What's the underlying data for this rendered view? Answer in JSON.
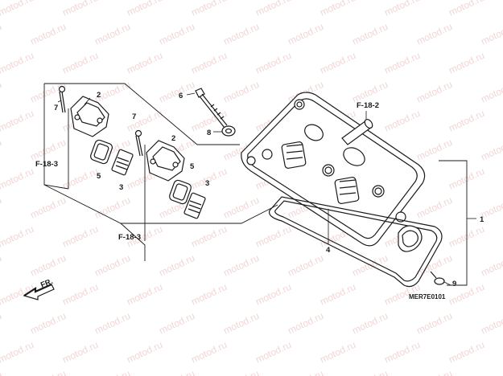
{
  "watermark": "motod.ru",
  "diagram_code": "MER7E0101",
  "direction_label": "FR.",
  "refs": {
    "r1": "F-18-2",
    "r2": "F-18-3",
    "r3": "F-18-3"
  },
  "callouts": {
    "c1": "1",
    "c2a": "2",
    "c2b": "2",
    "c3a": "3",
    "c3b": "3",
    "c4": "4",
    "c5a": "5",
    "c5b": "5",
    "c6": "6",
    "c7a": "7",
    "c7b": "7",
    "c8": "8",
    "c9": "9"
  }
}
